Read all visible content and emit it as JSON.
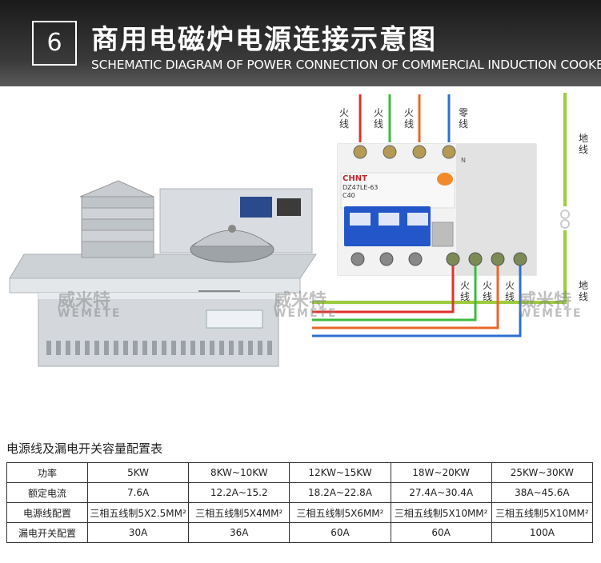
{
  "header": {
    "number": "6",
    "title_cn": "商用电磁炉电源连接示意图",
    "title_en": "SCHEMATIC DIAGRAM OF POWER CONNECTION OF COMMERCIAL INDUCTION COOKER"
  },
  "wires_top": [
    {
      "label": "火线",
      "color": "#e0312a"
    },
    {
      "label": "火线",
      "color": "#3dbb3c"
    },
    {
      "label": "火线",
      "color": "#e8672a"
    },
    {
      "label": "零线",
      "color": "#2f6fd1"
    }
  ],
  "ground_top_label": "地线",
  "ground_bottom_label": "地线",
  "wires_bottom": [
    "火线",
    "火线",
    "火线"
  ],
  "breaker": {
    "brand": "CHNT",
    "model": "DZ47LE-63",
    "rating": "C40",
    "terminal_n": "N"
  },
  "watermark": {
    "cn": "威米特",
    "en": "WEMETE"
  },
  "colors": {
    "ground": "#9ccc3c",
    "live1": "#e0312a",
    "live2": "#3dbb3c",
    "live3": "#e8672a",
    "neutral": "#2f6fd1",
    "breaker_blue": "#2356c8"
  },
  "table": {
    "title": "电源线及漏电开关容量配置表",
    "rows": [
      {
        "head": "功率",
        "cells": [
          "5KW",
          "8KW~10KW",
          "12KW~15KW",
          "18W~20KW",
          "25KW~30KW"
        ]
      },
      {
        "head": "额定电流",
        "cells": [
          "7.6A",
          "12.2A~15.2",
          "18.2A~22.8A",
          "27.4A~30.4A",
          "38A~45.6A"
        ]
      },
      {
        "head": "电源线配置",
        "cells": [
          "三相五线制5X2.5MM²",
          "三相五线制5X4MM²",
          "三相五线制5X6MM²",
          "三相五线制5X10MM²",
          "三相五线制5X10MM²"
        ]
      },
      {
        "head": "漏电开关配置",
        "cells": [
          "30A",
          "36A",
          "60A",
          "60A",
          "100A"
        ]
      }
    ]
  }
}
